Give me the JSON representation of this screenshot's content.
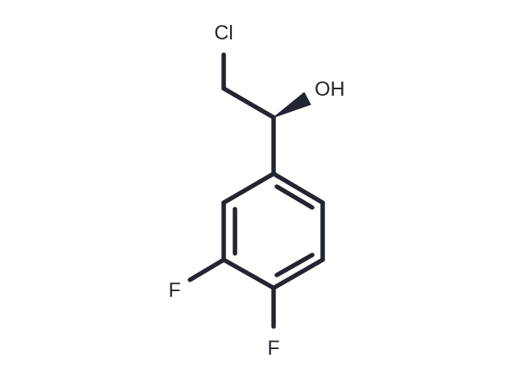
{
  "molecule": {
    "atoms": {
      "chlorine": "Cl",
      "hydroxyl": "OH",
      "fluorine_meta": "F",
      "fluorine_para": "F"
    },
    "bond_color": "#232630",
    "label_color": "#232630",
    "stereo_bond": "wedge"
  }
}
